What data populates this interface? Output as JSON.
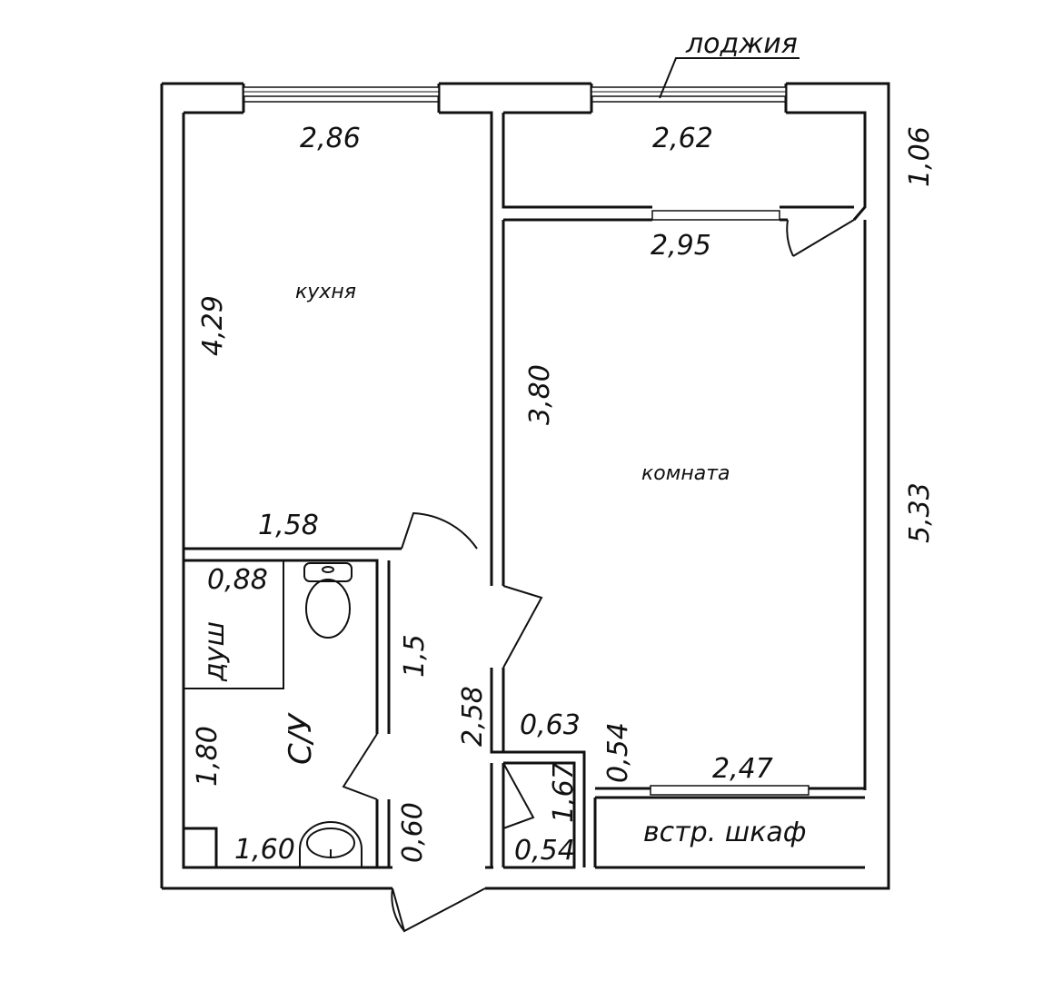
{
  "labels": {
    "loggia": "лоджия",
    "kitchen": "кухня",
    "room": "комната",
    "bathroom": "С/У",
    "shower": "душ",
    "wardrobe": "встр. шкаф"
  },
  "dimensions": {
    "kitchen_width": "2,86",
    "kitchen_length": "4,29",
    "kitchen_bottom": "1,58",
    "loggia_width": "2,62",
    "loggia_depth": "1,06",
    "room_width": "2,95",
    "room_length": "3,80",
    "total_length": "5,33",
    "shower_width": "0,88",
    "bath_length": "1,80",
    "bath_width": "1,60",
    "hall_upper": "1,5",
    "hall_length": "2,58",
    "hall_lower": "0,60",
    "niche_width": "0,63",
    "niche_depth": "0,54",
    "closet_length": "1,67",
    "closet_width": "0,54",
    "wardrobe_width": "2,47"
  }
}
